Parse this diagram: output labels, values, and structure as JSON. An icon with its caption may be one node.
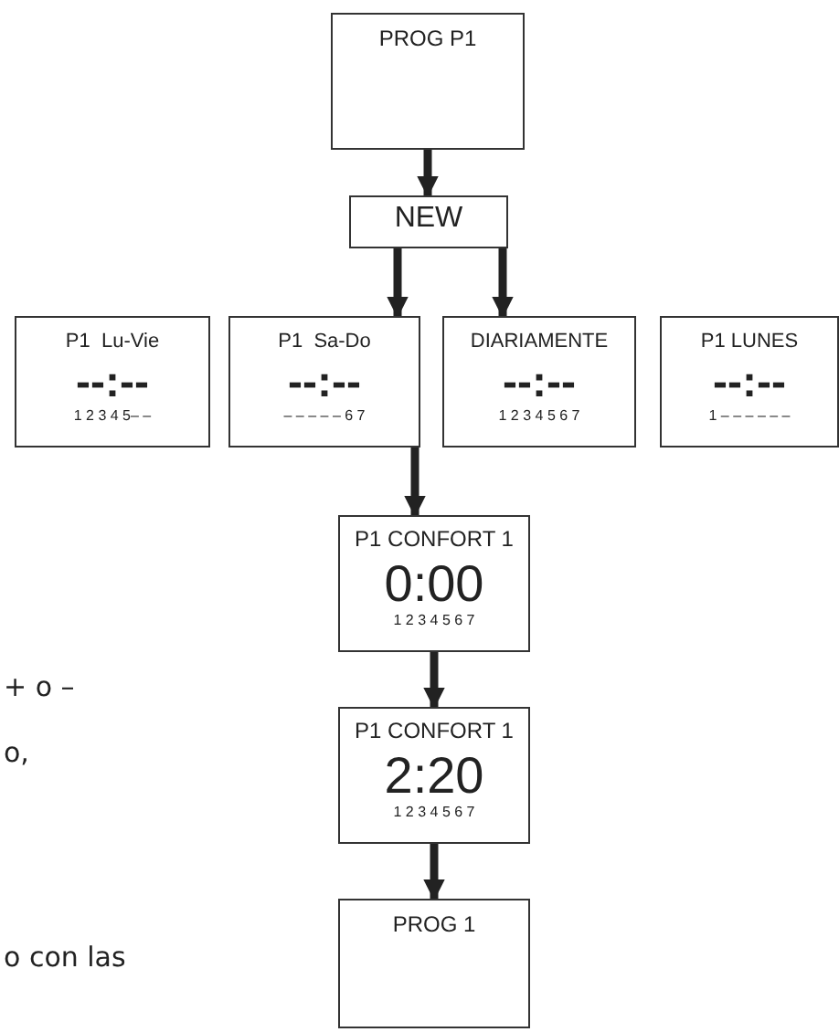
{
  "diagram": {
    "nodes": [
      {
        "text": [
          "PROG P1"
        ]
      },
      {
        "text": [
          "NEW"
        ]
      },
      {
        "text": [
          "P1  Lu-Vie",
          "--:--",
          "1 2 3 4 5– –"
        ]
      },
      {
        "text": [
          "P1  Sa-Do",
          "--:--",
          "– – – – – 6 7"
        ]
      },
      {
        "text": [
          "DIARIAMENTE",
          "--:--",
          "1 2 3 4 5 6 7"
        ]
      },
      {
        "text": [
          "P1 LUNES",
          "--:--",
          "1 – – – – – –"
        ]
      },
      {
        "text": [
          "P1 CONFORT 1",
          "0:00",
          "1 2 3 4 5 6 7"
        ]
      },
      {
        "text": [
          "P1 CONFORT 1",
          "2:20",
          "1 2 3 4 5 6 7"
        ]
      },
      {
        "text": [
          "PROG 1"
        ]
      }
    ],
    "edges": [
      {
        "from": 0,
        "to": 1,
        "arrow": "to"
      },
      {
        "from": 1,
        "to": 3,
        "arrow": "to"
      },
      {
        "from": 1,
        "to": 4,
        "arrow": "to"
      },
      {
        "from": 3,
        "to": 6,
        "arrow": "to"
      },
      {
        "from": 6,
        "to": 7,
        "arrow": "to"
      },
      {
        "from": 7,
        "to": 8,
        "arrow": "to"
      }
    ],
    "labels": [
      "+ o –",
      "o,",
      "o con las"
    ]
  }
}
